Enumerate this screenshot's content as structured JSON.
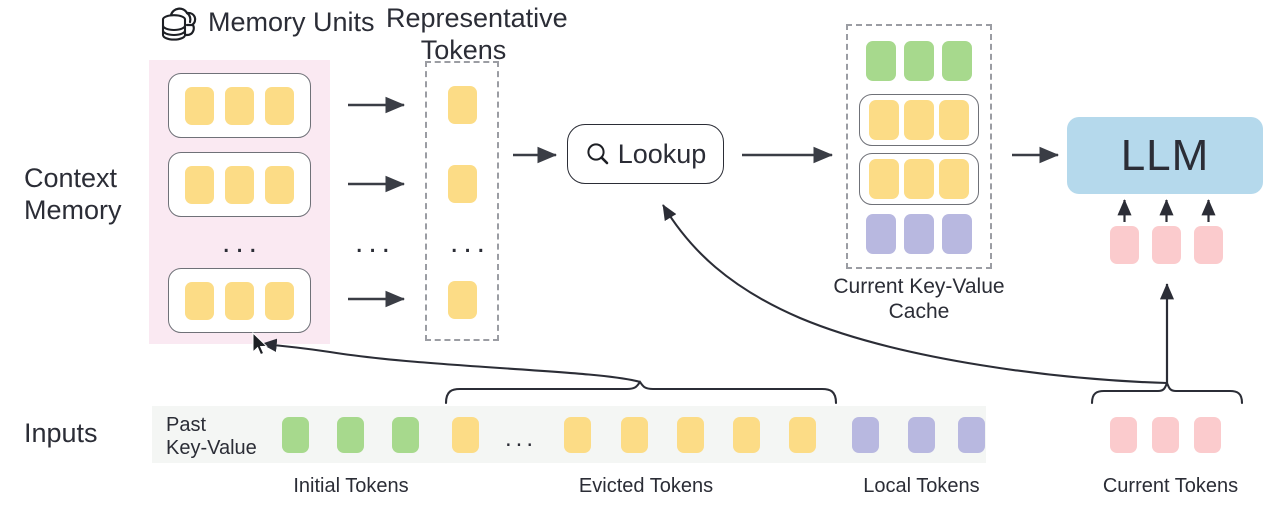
{
  "diagram": {
    "title_icon": "cloud-database-icon",
    "labels": {
      "memory_units": "Memory Units",
      "representative_tokens": "Representative\nTokens",
      "context_memory": "Context\nMemory",
      "inputs": "Inputs",
      "past_key_value": "Past\nKey-Value",
      "lookup": "Lookup",
      "llm": "LLM",
      "current_kv_cache": "Current Key-Value\nCache",
      "initial_tokens": "Initial Tokens",
      "evicted_tokens": "Evicted Tokens",
      "local_tokens": "Local Tokens",
      "current_tokens": "Current Tokens",
      "ellipsis": "...",
      "ellipsis_small": "..."
    },
    "colors": {
      "token_yellow": "#fcdc86",
      "token_green": "#a7d98d",
      "token_purple": "#b8b8e0",
      "token_pink": "#fbcbcd",
      "context_memory_panel": "#fae9f2",
      "llm_box": "#b5d9ec",
      "input_strip": "#f4f6f4",
      "stroke": "#2b2d36",
      "dashed_stroke": "#9b9da3"
    },
    "context_memory": {
      "memory_units": [
        {
          "tokens": [
            "yellow",
            "yellow",
            "yellow"
          ]
        },
        {
          "tokens": [
            "yellow",
            "yellow",
            "yellow"
          ]
        },
        {
          "tokens": [
            "yellow",
            "yellow",
            "yellow"
          ]
        }
      ],
      "units_shown": 3,
      "has_ellipsis": true
    },
    "representative_tokens": {
      "tokens": [
        "yellow",
        "yellow",
        "yellow"
      ],
      "has_ellipsis": true
    },
    "kv_cache": {
      "rows": [
        {
          "grouped": false,
          "tokens": [
            "green",
            "green",
            "green"
          ]
        },
        {
          "grouped": true,
          "tokens": [
            "yellow",
            "yellow",
            "yellow"
          ]
        },
        {
          "grouped": true,
          "tokens": [
            "yellow",
            "yellow",
            "yellow"
          ]
        },
        {
          "grouped": false,
          "tokens": [
            "purple",
            "purple",
            "purple"
          ]
        }
      ]
    },
    "llm_input_tokens": [
      "pink",
      "pink",
      "pink"
    ],
    "inputs_sequence": [
      {
        "color": "green",
        "group": "initial"
      },
      {
        "color": "green",
        "group": "initial"
      },
      {
        "color": "green",
        "group": "initial"
      },
      {
        "color": "yellow",
        "group": "evicted"
      },
      {
        "color": "ellipsis",
        "group": "evicted"
      },
      {
        "color": "yellow",
        "group": "evicted"
      },
      {
        "color": "yellow",
        "group": "evicted"
      },
      {
        "color": "yellow",
        "group": "evicted"
      },
      {
        "color": "yellow",
        "group": "evicted"
      },
      {
        "color": "yellow",
        "group": "evicted"
      },
      {
        "color": "purple",
        "group": "local"
      },
      {
        "color": "purple",
        "group": "local"
      },
      {
        "color": "purple",
        "group": "local"
      }
    ],
    "current_tokens_sequence": [
      "pink",
      "pink",
      "pink"
    ]
  }
}
